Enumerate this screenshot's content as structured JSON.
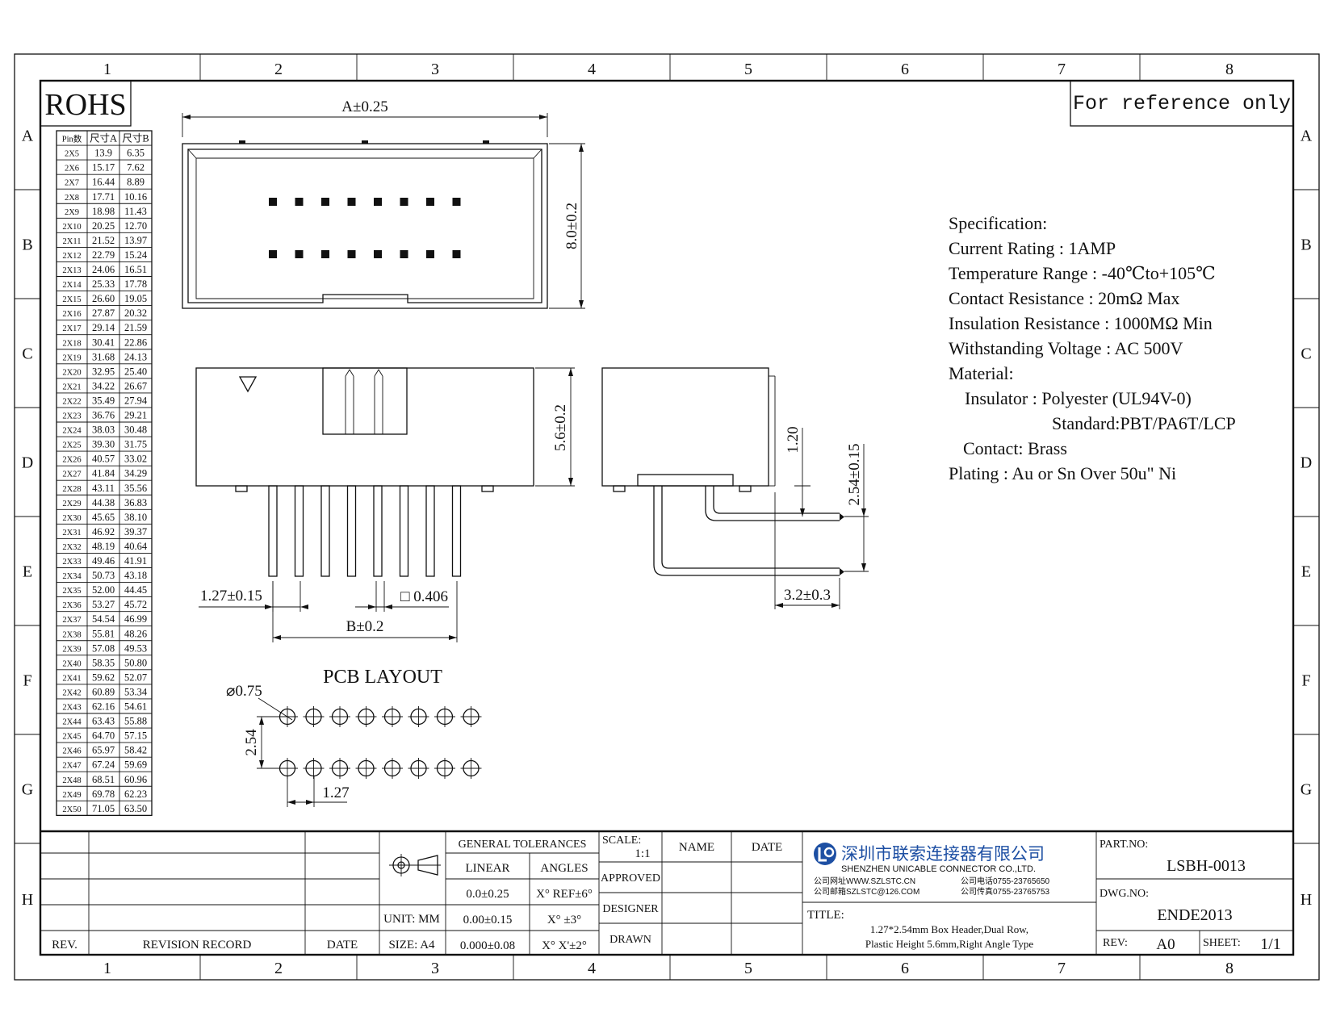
{
  "zones": {
    "columns": [
      "1",
      "2",
      "3",
      "4",
      "5",
      "6",
      "7",
      "8"
    ],
    "rows": [
      "A",
      "B",
      "C",
      "D",
      "E",
      "F",
      "G",
      "H"
    ]
  },
  "rohs_label": "ROHS",
  "reference_note": "For reference only",
  "pin_table": {
    "headers": [
      "Pin数",
      "尺寸A",
      "尺寸B"
    ],
    "rows": [
      [
        "2X5",
        "13.9",
        "6.35"
      ],
      [
        "2X6",
        "15.17",
        "7.62"
      ],
      [
        "2X7",
        "16.44",
        "8.89"
      ],
      [
        "2X8",
        "17.71",
        "10.16"
      ],
      [
        "2X9",
        "18.98",
        "11.43"
      ],
      [
        "2X10",
        "20.25",
        "12.70"
      ],
      [
        "2X11",
        "21.52",
        "13.97"
      ],
      [
        "2X12",
        "22.79",
        "15.24"
      ],
      [
        "2X13",
        "24.06",
        "16.51"
      ],
      [
        "2X14",
        "25.33",
        "17.78"
      ],
      [
        "2X15",
        "26.60",
        "19.05"
      ],
      [
        "2X16",
        "27.87",
        "20.32"
      ],
      [
        "2X17",
        "29.14",
        "21.59"
      ],
      [
        "2X18",
        "30.41",
        "22.86"
      ],
      [
        "2X19",
        "31.68",
        "24.13"
      ],
      [
        "2X20",
        "32.95",
        "25.40"
      ],
      [
        "2X21",
        "34.22",
        "26.67"
      ],
      [
        "2X22",
        "35.49",
        "27.94"
      ],
      [
        "2X23",
        "36.76",
        "29.21"
      ],
      [
        "2X24",
        "38.03",
        "30.48"
      ],
      [
        "2X25",
        "39.30",
        "31.75"
      ],
      [
        "2X26",
        "40.57",
        "33.02"
      ],
      [
        "2X27",
        "41.84",
        "34.29"
      ],
      [
        "2X28",
        "43.11",
        "35.56"
      ],
      [
        "2X29",
        "44.38",
        "36.83"
      ],
      [
        "2X30",
        "45.65",
        "38.10"
      ],
      [
        "2X31",
        "46.92",
        "39.37"
      ],
      [
        "2X32",
        "48.19",
        "40.64"
      ],
      [
        "2X33",
        "49.46",
        "41.91"
      ],
      [
        "2X34",
        "50.73",
        "43.18"
      ],
      [
        "2X35",
        "52.00",
        "44.45"
      ],
      [
        "2X36",
        "53.27",
        "45.72"
      ],
      [
        "2X37",
        "54.54",
        "46.99"
      ],
      [
        "2X38",
        "55.81",
        "48.26"
      ],
      [
        "2X39",
        "57.08",
        "49.53"
      ],
      [
        "2X40",
        "58.35",
        "50.80"
      ],
      [
        "2X41",
        "59.62",
        "52.07"
      ],
      [
        "2X42",
        "60.89",
        "53.34"
      ],
      [
        "2X43",
        "62.16",
        "54.61"
      ],
      [
        "2X44",
        "63.43",
        "55.88"
      ],
      [
        "2X45",
        "64.70",
        "57.15"
      ],
      [
        "2X46",
        "65.97",
        "58.42"
      ],
      [
        "2X47",
        "67.24",
        "59.69"
      ],
      [
        "2X48",
        "68.51",
        "60.96"
      ],
      [
        "2X49",
        "69.78",
        "62.23"
      ],
      [
        "2X50",
        "71.05",
        "63.50"
      ]
    ]
  },
  "dims": {
    "a": "A±0.25",
    "height_top": "8.0±0.2",
    "height_front": "5.6±0.2",
    "pitch": "1.27±0.15",
    "pin_size": "□ 0.406",
    "b": "B±0.2",
    "side_1": "1.20",
    "side_2": "2.54±0.15",
    "side_3": "3.2±0.3",
    "pcb_title": "PCB LAYOUT",
    "pcb_hole": "⌀0.75",
    "pcb_row": "2.54",
    "pcb_pitch": "1.27"
  },
  "spec": {
    "lines": [
      "Specification:",
      "Current Rating : 1AMP",
      "Temperature Range : -40℃to+105℃",
      "Contact Resistance : 20mΩ  Max",
      "Insulation Resistance : 1000MΩ Min",
      "Withstanding Voltage : AC 500V",
      "Material:",
      "Insulator : Polyester (UL94V-0)",
      "Standard:PBT/PA6T/LCP",
      "Contact: Brass",
      "Plating : Au or Sn Over 50u\" Ni"
    ]
  },
  "title_block": {
    "rev": "REV.",
    "revision_record": "REVISION RECORD",
    "date": "DATE",
    "general_tolerances": "GENERAL TOLERANCES",
    "linear": "LINEAR",
    "angles": "ANGLES",
    "tol_linear": [
      "0.0±0.25",
      "0.00±0.15",
      "0.000±0.08"
    ],
    "tol_angles": [
      "X° REF±6°",
      "X°  ±3°",
      "X° X'±2°"
    ],
    "unit": "UNIT: MM",
    "size": "SIZE: A4",
    "scale_label": "SCALE:",
    "scale_value": "1:1",
    "name": "NAME",
    "date2": "DATE",
    "approved": "APPROVED",
    "designer": "DESIGNER",
    "drawn": "DRAWN",
    "company_cn": "深圳市联索连接器有限公司",
    "company_en": "SHENZHEN UNICABLE CONNECTOR CO.,LTD.",
    "web": "公司网址WWW.SZLSTC.CN",
    "email": "公司邮箱SZLSTC@126.COM",
    "phone": "公司电话0755-23765650",
    "fax": "公司传真0755-23765753",
    "title_label": "TITLE:",
    "title_line1": "1.27*2.54mm Box Header,Dual Row,",
    "title_line2": "Plastic Height 5.6mm,Right Angle Type",
    "part_no_label": "PART.NO:",
    "part_no": "LSBH-0013",
    "dwg_no_label": "DWG.NO:",
    "dwg_no": "ENDE2013",
    "rev_label": "REV:",
    "rev_value": "A0",
    "sheet_label": "SHEET:",
    "sheet_value": "1/1"
  },
  "colors": {
    "ink": "#111111",
    "logo_blue": "#1d4fa3"
  }
}
